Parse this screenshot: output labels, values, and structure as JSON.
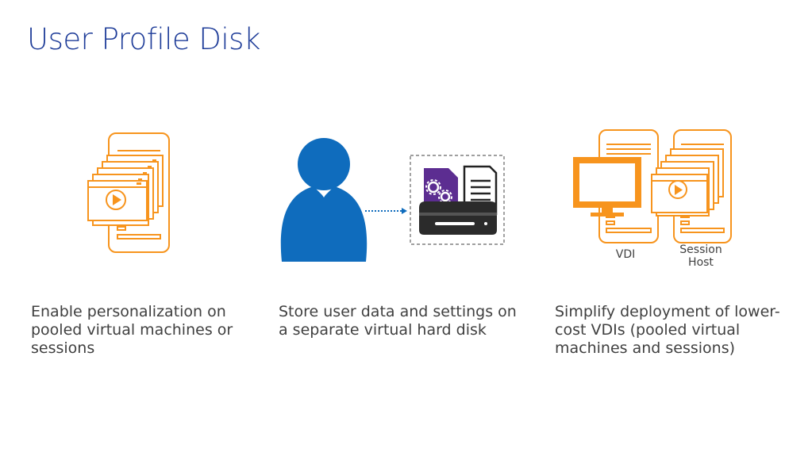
{
  "slide": {
    "title": "User Profile Disk"
  },
  "columns": [
    {
      "caption": "Enable personalization on pooled virtual machines or sessions"
    },
    {
      "caption": "Store user data and settings on a separate virtual hard disk"
    },
    {
      "caption": "Simplify deployment of lower-cost VDIs (pooled virtual machines and sessions)"
    }
  ],
  "labels": {
    "vdi": "VDI",
    "session_host": "Session Host"
  },
  "colors": {
    "title": "#1f3d99",
    "orange": "#f7941d",
    "blue": "#0f6cbd",
    "purple": "#5c2d91",
    "dark_disk": "#2b2b2b",
    "caption_text": "#404040"
  }
}
